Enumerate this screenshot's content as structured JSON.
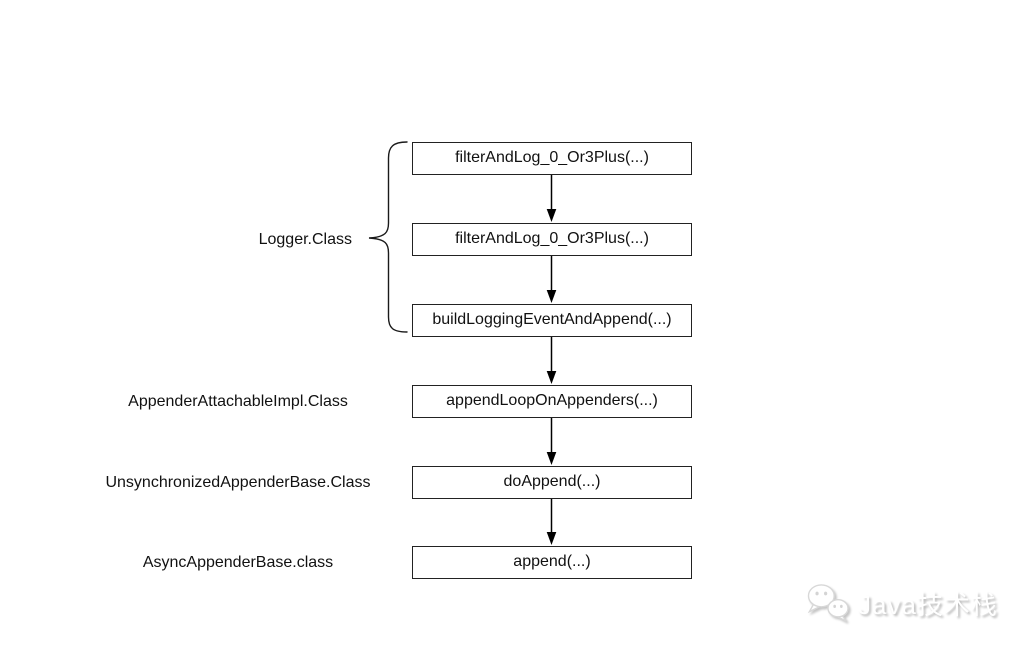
{
  "diagram": {
    "type": "flowchart-call-chain",
    "brace_label": "Logger.Class",
    "nodes": [
      {
        "label": "filterAndLog_0_Or3Plus(...)"
      },
      {
        "label": "filterAndLog_0_Or3Plus(...)"
      },
      {
        "label": "buildLoggingEventAndAppend(...)"
      },
      {
        "label": "appendLoopOnAppenders(...)"
      },
      {
        "label": "doAppend(...)"
      },
      {
        "label": "append(...)"
      }
    ],
    "side_labels": [
      {
        "label": "AppenderAttachableImpl.Class"
      },
      {
        "label": "UnsynchronizedAppenderBase.Class"
      },
      {
        "label": "AsyncAppenderBase.class"
      }
    ],
    "edges": [
      {
        "from": 0,
        "to": 1
      },
      {
        "from": 1,
        "to": 2
      },
      {
        "from": 2,
        "to": 3
      },
      {
        "from": 3,
        "to": 4
      },
      {
        "from": 4,
        "to": 5
      }
    ],
    "brace_groups_nodes": [
      0,
      1,
      2
    ]
  },
  "watermark": {
    "text": "Java技术栈",
    "icon": "wechat-icon"
  },
  "colors": {
    "background": "#ffffff",
    "node_border": "#222222",
    "node_fill": "#ffffff",
    "text": "#111111",
    "connector": "#000000",
    "watermark_text": "#ffffff",
    "watermark_shadow": "#b9b9b9"
  }
}
